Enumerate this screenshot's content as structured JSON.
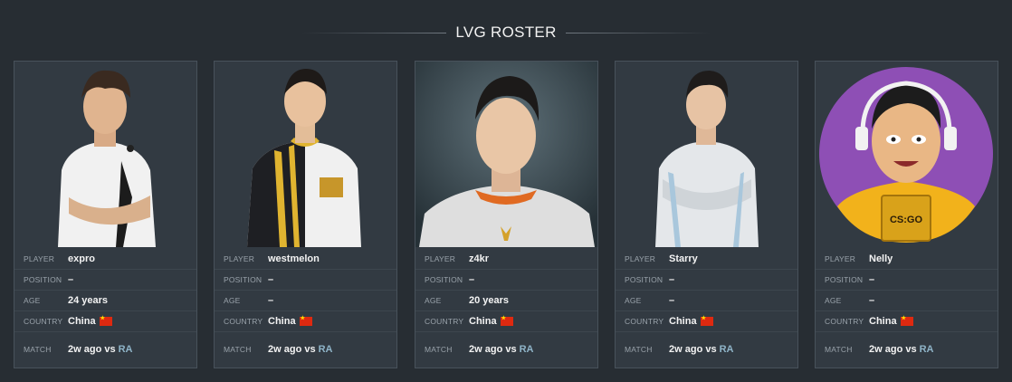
{
  "page": {
    "title": "LVG ROSTER"
  },
  "labels": {
    "player": "PLAYER",
    "position": "POSITION",
    "age": "AGE",
    "country": "COUNTRY",
    "match": "MATCH"
  },
  "players": [
    {
      "name": "expro",
      "position": "–",
      "age": "24 years",
      "country": "China",
      "match": "2w ago vs",
      "opponent": "RA"
    },
    {
      "name": "westmelon",
      "position": "–",
      "age": "–",
      "country": "China",
      "match": "2w ago vs",
      "opponent": "RA"
    },
    {
      "name": "z4kr",
      "position": "–",
      "age": "20 years",
      "country": "China",
      "match": "2w ago vs",
      "opponent": "RA"
    },
    {
      "name": "Starry",
      "position": "–",
      "age": "–",
      "country": "China",
      "match": "2w ago vs",
      "opponent": "RA"
    },
    {
      "name": "Nelly",
      "position": "–",
      "age": "–",
      "country": "China",
      "match": "2w ago vs",
      "opponent": "RA"
    }
  ],
  "placeholder_avatar": {
    "badge": "CS:GO"
  },
  "colors": {
    "background": "#272d33",
    "card": "#323a42",
    "card_border": "#48525b",
    "opponent_link": "#8fb4c8",
    "placeholder_circle": "#8e4fb5",
    "placeholder_badge": "#d9a21a"
  }
}
